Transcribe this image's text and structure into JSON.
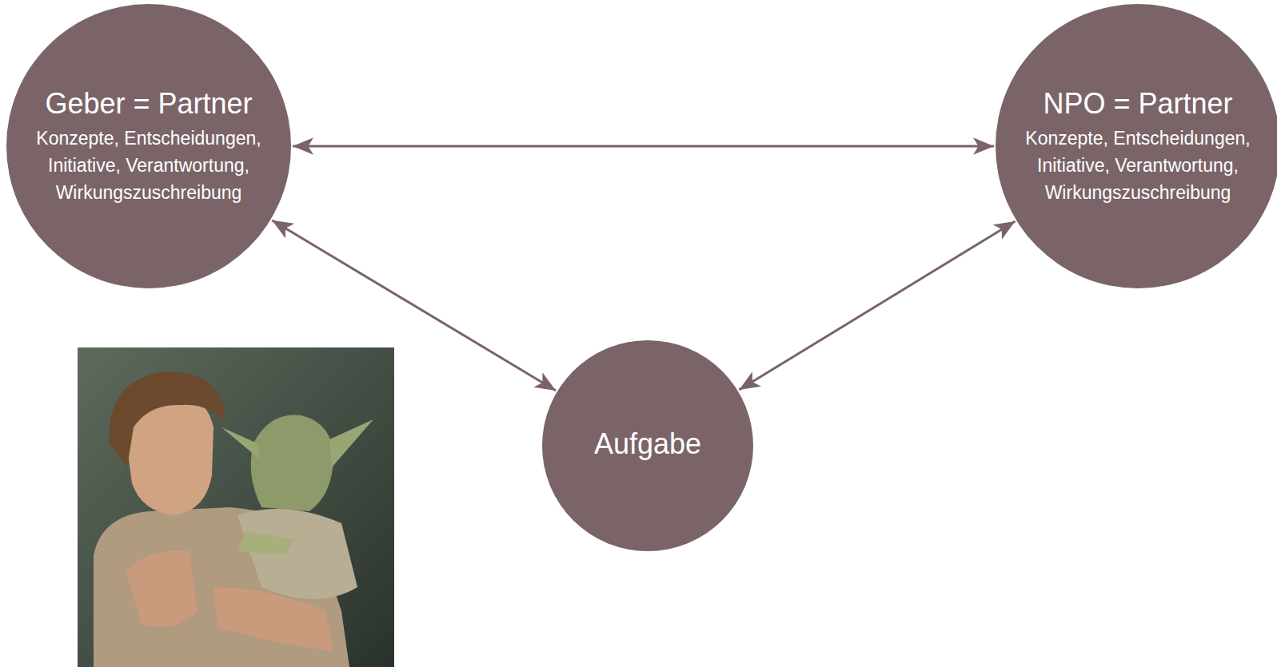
{
  "diagram": {
    "nodes": [
      {
        "text": [
          "Geber = Partner",
          "Konzepte, Entscheidungen, Initiative, Verantwortung, Wirkungszuschreibung"
        ]
      },
      {
        "text": [
          "NPO = Partner",
          "Konzepte, Entscheidungen, Initiative, Verantwortung, Wirkungszuschreibung"
        ]
      },
      {
        "text": [
          "Aufgabe"
        ]
      }
    ],
    "edges": [
      {
        "from": 0,
        "to": 1,
        "arrow": "both"
      },
      {
        "from": 0,
        "to": 2,
        "arrow": "both"
      },
      {
        "from": 1,
        "to": 2,
        "arrow": "both"
      }
    ]
  }
}
